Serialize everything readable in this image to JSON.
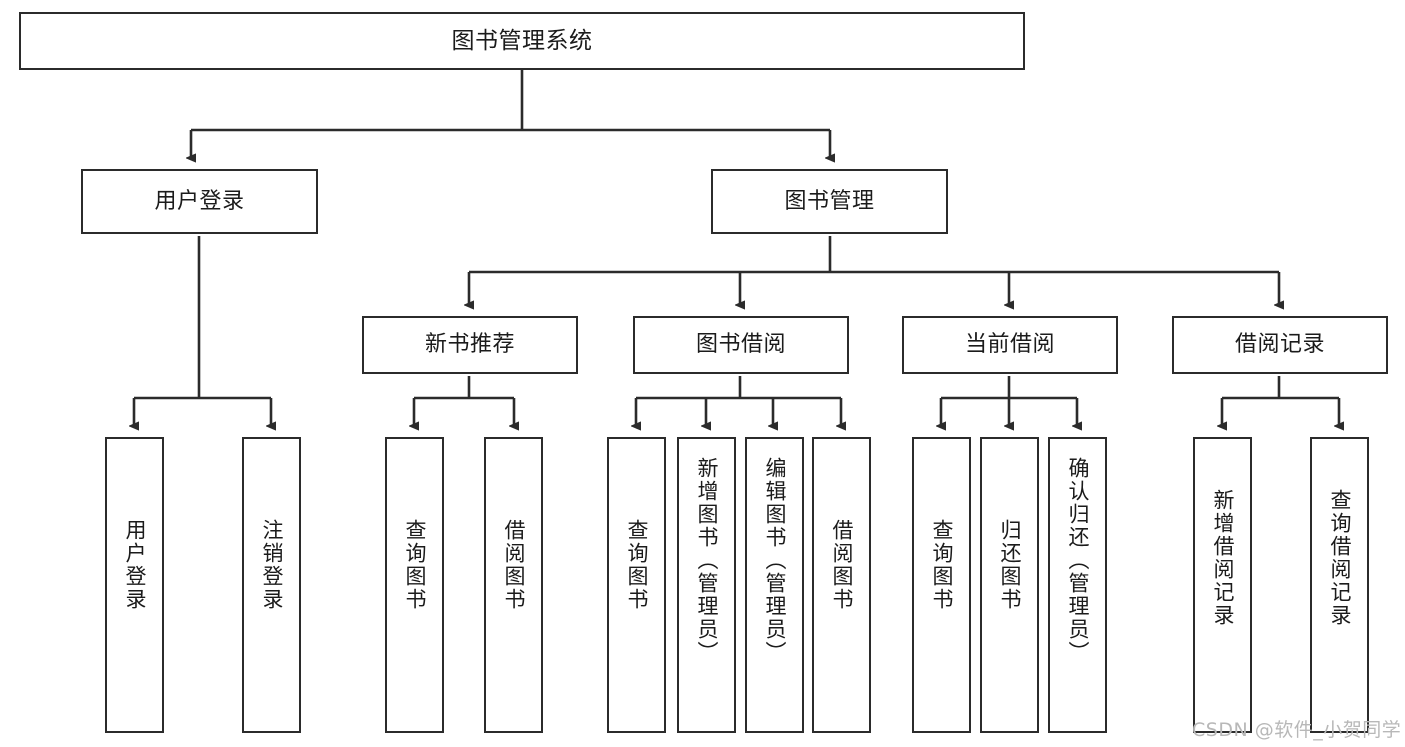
{
  "diagram": {
    "title": "图书管理系统",
    "type": "tree-hierarchy-diagram",
    "root": {
      "label": "图书管理系统"
    },
    "level1": [
      {
        "label": "用户登录"
      },
      {
        "label": "图书管理"
      }
    ],
    "level2": [
      {
        "label": "新书推荐"
      },
      {
        "label": "图书借阅"
      },
      {
        "label": "当前借阅"
      },
      {
        "label": "借阅记录"
      }
    ],
    "leaves": {
      "user_login": [
        {
          "label": "用户登录"
        },
        {
          "label": "注销登录"
        }
      ],
      "new_book_recommend": [
        {
          "label": "查询图书"
        },
        {
          "label": "借阅图书"
        }
      ],
      "book_borrow": [
        {
          "label": "查询图书"
        },
        {
          "label": "新增图书（管理员）"
        },
        {
          "label": "编辑图书（管理员）"
        },
        {
          "label": "借阅图书"
        }
      ],
      "current_borrow": [
        {
          "label": "查询图书"
        },
        {
          "label": "归还图书"
        },
        {
          "label": "确认归还（管理员）"
        }
      ],
      "borrow_record": [
        {
          "label": "新增借阅记录"
        },
        {
          "label": "查询借阅记录"
        }
      ]
    }
  },
  "watermark": {
    "text": "CSDN @软件_小贺同学"
  },
  "colors": {
    "border": "#2b2b2b",
    "background": "#ffffff",
    "text": "#1b1b1b",
    "watermark": "#b8b8b8"
  }
}
